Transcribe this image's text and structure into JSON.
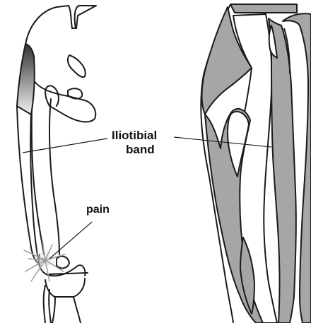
{
  "labels": {
    "iliotibial_line1": "Iliotibial",
    "iliotibial_line2": "band",
    "pain": "pain"
  },
  "colors": {
    "outline": "#1a1a1a",
    "muscle_fill": "#a6a6a6",
    "gradient_top": "#333333",
    "gradient_bottom": "#f2f2f2",
    "background": "#ffffff"
  }
}
